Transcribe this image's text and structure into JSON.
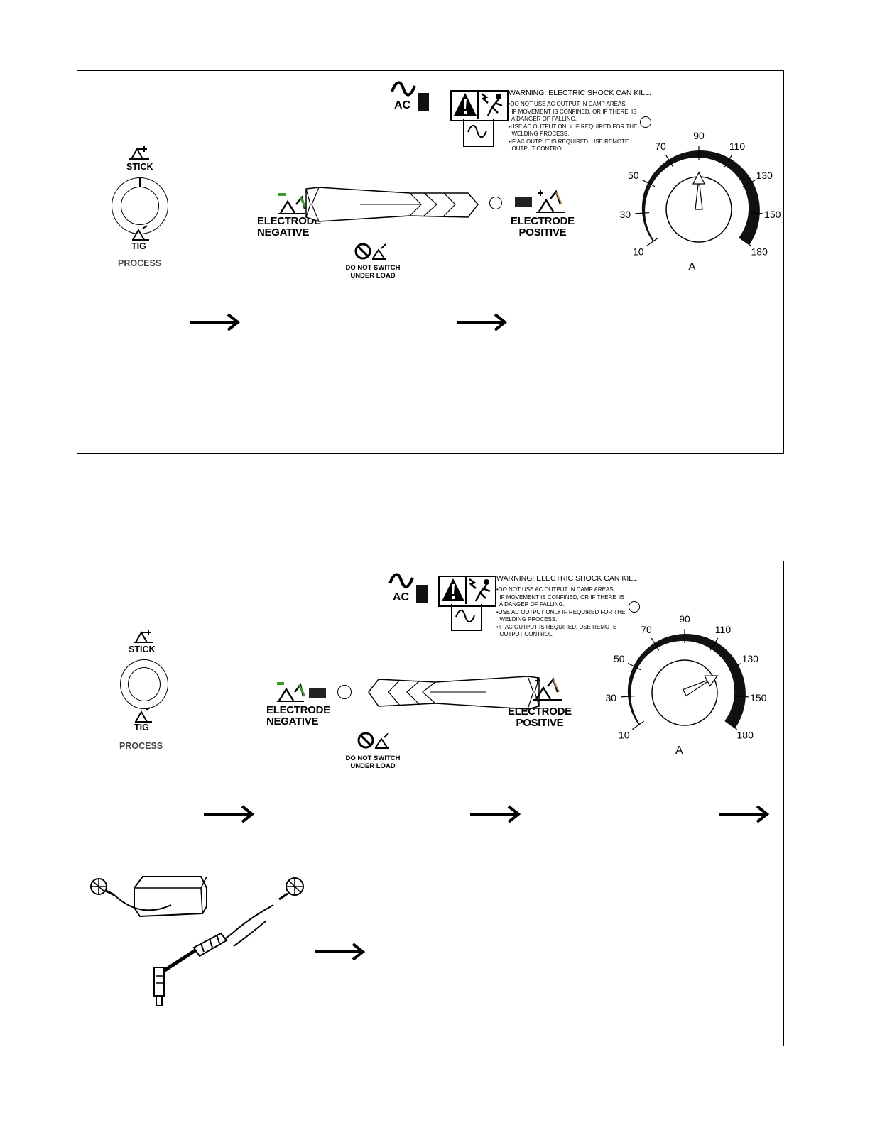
{
  "panels": [
    {
      "ac_label": "AC",
      "warning": {
        "title": "WARNING:  ELECTRIC SHOCK CAN KILL.",
        "lines": [
          "•DO NOT USE AC OUTPUT IN DAMP AREAS,",
          "  IF MOVEMENT IS CONFINED, OR IF THERE  IS",
          "  A DANGER OF FALLING.",
          "•USE AC OUTPUT ONLY IF REQUIRED FOR THE",
          "  WELDING PROCESS.",
          "•IF AC OUTPUT IS REQUIRED, USE REMOTE",
          "  OUTPUT CONTROL."
        ]
      },
      "process": {
        "top": "STICK",
        "bottom": "TIG",
        "label": "PROCESS"
      },
      "polarity": {
        "neg_line1": "ELECTRODE",
        "neg_line2": "NEGATIVE",
        "pos_line1": "ELECTRODE",
        "pos_line2": "POSITIVE",
        "selected": "negative"
      },
      "switch_note": {
        "line1": "DO NOT SWITCH",
        "line2": "UNDER LOAD"
      },
      "dial": {
        "unit": "A",
        "ticks": [
          "10",
          "30",
          "50",
          "70",
          "90",
          "110",
          "130",
          "150",
          "180"
        ],
        "pointer_value": 90
      }
    },
    {
      "ac_label": "AC",
      "warning": {
        "title": "WARNING:  ELECTRIC SHOCK CAN KILL.",
        "lines": [
          "•DO NOT USE AC OUTPUT IN DAMP AREAS,",
          "  IF MOVEMENT IS CONFINED, OR IF THERE  IS",
          "  A DANGER OF FALLING.",
          "•USE AC OUTPUT ONLY IF REQUIRED FOR THE",
          "  WELDING PROCESS.",
          "•IF AC OUTPUT IS REQUIRED, USE REMOTE",
          "  OUTPUT CONTROL."
        ]
      },
      "process": {
        "top": "STICK",
        "bottom": "TIG",
        "label": "PROCESS"
      },
      "polarity": {
        "neg_line1": "ELECTRODE",
        "neg_line2": "NEGATIVE",
        "pos_line1": "ELECTRODE",
        "pos_line2": "POSITIVE",
        "selected": "positive"
      },
      "switch_note": {
        "line1": "DO NOT SWITCH",
        "line2": "UNDER LOAD"
      },
      "dial": {
        "unit": "A",
        "ticks": [
          "10",
          "30",
          "50",
          "70",
          "90",
          "110",
          "130",
          "150",
          "180"
        ],
        "pointer_value": 130
      }
    }
  ],
  "icons": [
    "ac-sine-icon",
    "warning-triangle-icon",
    "electric-shock-icon",
    "stick-electrode-icon",
    "tig-torch-icon",
    "no-switch-under-load-icon",
    "arrow-right-icon",
    "foot-pedal-icon",
    "tig-torch-assembly-icon"
  ],
  "colors": {
    "ink": "#000000",
    "electrode_green": "#3a9a2a",
    "electrode_tan": "#b08850"
  }
}
